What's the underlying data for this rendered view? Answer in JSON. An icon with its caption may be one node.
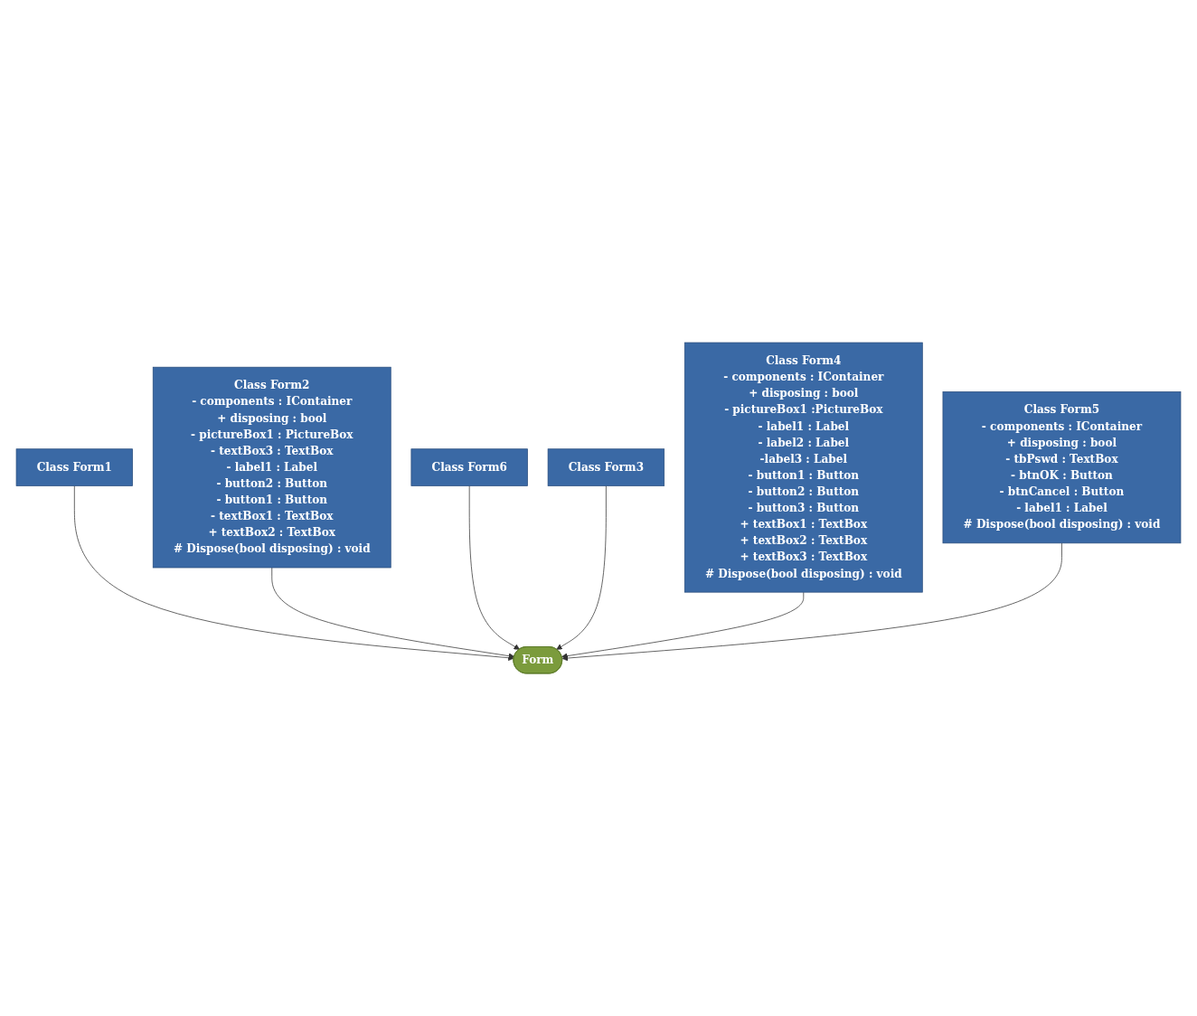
{
  "diagram": {
    "nodes": [
      {
        "text": [
          "Class Form1"
        ]
      },
      {
        "text": [
          "Class Form2",
          "- components : IContainer",
          "+ disposing : bool",
          "- pictureBox1 : PictureBox",
          "- textBox3 : TextBox",
          "- label1 : Label",
          "- button2 : Button",
          "- button1 : Button",
          "- textBox1 : TextBox",
          "+ textBox2 : TextBox",
          "# Dispose(bool disposing) : void"
        ]
      },
      {
        "text": [
          "Class Form6"
        ]
      },
      {
        "text": [
          "Form"
        ]
      },
      {
        "text": [
          "Class Form3"
        ]
      },
      {
        "text": [
          "Class Form4",
          "- components : IContainer",
          "+ disposing : bool",
          "- pictureBox1 :PictureBox",
          "- label1 : Label",
          "- label2 : Label",
          "-label3 : Label",
          "- button1 : Button",
          "- button2 : Button",
          "- button3 : Button",
          "+ textBox1 : TextBox",
          "+ textBox2 : TextBox",
          "+ textBox3 : TextBox",
          "# Dispose(bool disposing) : void"
        ]
      },
      {
        "text": [
          "Class Form5",
          "- components : IContainer",
          "+ disposing : bool",
          "- tbPswd : TextBox",
          "- btnOK : Button",
          "- btnCancel : Button",
          "- label1 : Label",
          "# Dispose(bool disposing) : void"
        ]
      }
    ],
    "edges": [
      {
        "from": 0,
        "to": 3,
        "arrow": "to"
      },
      {
        "from": 1,
        "to": 3,
        "arrow": "to"
      },
      {
        "from": 2,
        "to": 3,
        "arrow": "to"
      },
      {
        "from": 4,
        "to": 3,
        "arrow": "to"
      },
      {
        "from": 5,
        "to": 3,
        "arrow": "to"
      },
      {
        "from": 6,
        "to": 3,
        "arrow": "to"
      }
    ]
  }
}
